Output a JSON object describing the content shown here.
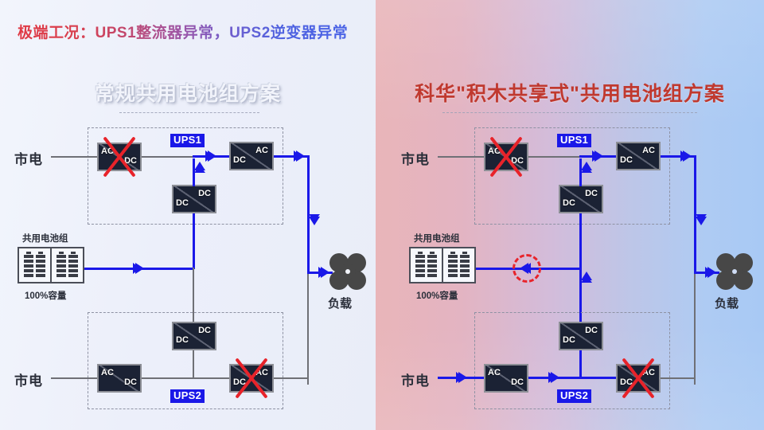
{
  "header": {
    "headline": "极端工况：UPS1整流器异常，UPS2逆变器异常"
  },
  "panels": {
    "left": {
      "title": "常规共用电池组方案",
      "mains_top_label": "市电",
      "mains_bottom_label": "市电",
      "ups1_tag": "UPS1",
      "ups2_tag": "UPS2",
      "battery_title": "共用电池组",
      "battery_capacity": "100%容量",
      "load_label": "负载",
      "converters": {
        "rectifier_top": {
          "in": "AC",
          "out": "DC"
        },
        "dcdc_top": {
          "in": "DC",
          "out": "DC"
        },
        "inverter_top": {
          "in": "DC",
          "out": "AC"
        },
        "rectifier_bottom": {
          "in": "AC",
          "out": "DC"
        },
        "dcdc_bottom": {
          "in": "DC",
          "out": "DC"
        },
        "inverter_bottom": {
          "in": "DC",
          "out": "AC"
        }
      }
    },
    "right": {
      "title": "科华\"积木共享式\"共用电池组方案",
      "mains_top_label": "市电",
      "mains_bottom_label": "市电",
      "ups1_tag": "UPS1",
      "ups2_tag": "UPS2",
      "battery_title": "共用电池组",
      "battery_capacity": "100%容量",
      "load_label": "负载",
      "converters": {
        "rectifier_top": {
          "in": "AC",
          "out": "DC"
        },
        "dcdc_top": {
          "in": "DC",
          "out": "DC"
        },
        "inverter_top": {
          "in": "DC",
          "out": "AC"
        },
        "rectifier_bottom": {
          "in": "AC",
          "out": "DC"
        },
        "dcdc_bottom": {
          "in": "DC",
          "out": "DC"
        },
        "inverter_bottom": {
          "in": "DC",
          "out": "AC"
        }
      }
    }
  },
  "colors": {
    "fault_red": "#e8232a",
    "active_blue": "#1a18e8",
    "idle_gray": "#6f7076",
    "tag_blue": "#1a18e8",
    "right_title_red": "#c0392f"
  }
}
